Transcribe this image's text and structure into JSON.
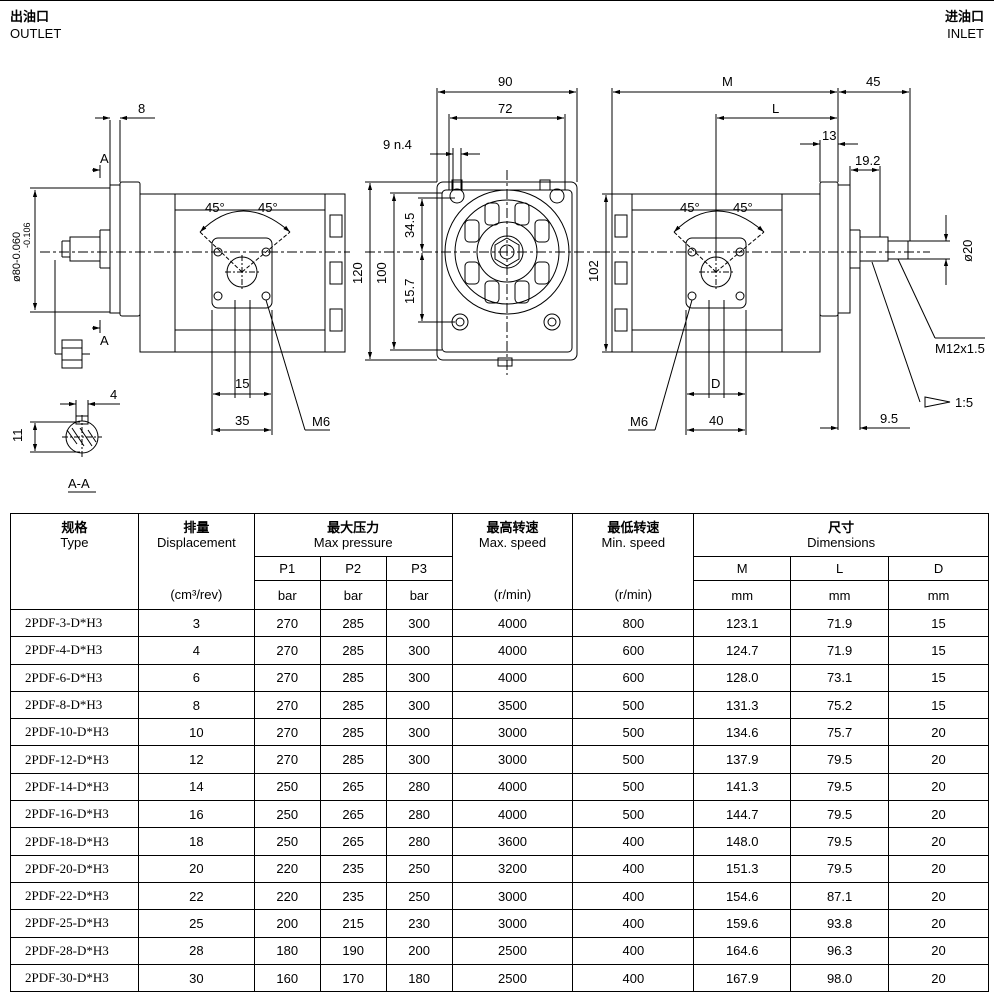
{
  "header": {
    "outlet_cn": "出油口",
    "outlet_en": "OUTLET",
    "inlet_cn": "进油口",
    "inlet_en": "INLET"
  },
  "drawing": {
    "dims": {
      "d8": "8",
      "phi80": "ø80-0.060",
      "phi80_b": "-0.106",
      "a1": "A",
      "a2": "A",
      "d4": "4",
      "d11": "11",
      "aa": "A-A",
      "ang1": "45°",
      "ang2": "45°",
      "d15": "15",
      "d35": "35",
      "m6a": "M6",
      "d90": "90",
      "d72": "72",
      "d9n4": "9 n.4",
      "d120": "120",
      "d100": "100",
      "d34_5": "34.5",
      "d15_7": "15.7",
      "dM": "M",
      "d45": "45",
      "dL": "L",
      "d13": "13",
      "d19_2": "19.2",
      "d102": "102",
      "ang3": "45°",
      "ang4": "45°",
      "phi20": "ø20",
      "m12": "M12x1.5",
      "taper": "1:5",
      "dD": "D",
      "d40": "40",
      "m6b": "M6",
      "d9_5": "9.5"
    }
  },
  "table": {
    "head": {
      "type_cn": "规格",
      "type_en": "Type",
      "disp_cn": "排量",
      "disp_en": "Displacement",
      "press_cn": "最大压力",
      "press_en": "Max pressure",
      "maxs_cn": "最高转速",
      "maxs_en": "Max. speed",
      "mins_cn": "最低转速",
      "mins_en": "Min. speed",
      "dim_cn": "尺寸",
      "dim_en": "Dimensions"
    },
    "sub": {
      "p1": "P1",
      "p2": "P2",
      "p3": "P3",
      "m": "M",
      "l": "L",
      "d": "D"
    },
    "units": {
      "disp": "(cm³/rev)",
      "p1": "bar",
      "p2": "bar",
      "p3": "bar",
      "maxs": "(r/min)",
      "mins": "(r/min)",
      "m": "mm",
      "l": "mm",
      "d": "mm"
    },
    "rows": [
      [
        "2PDF-3-D*H3",
        "3",
        "270",
        "285",
        "300",
        "4000",
        "800",
        "123.1",
        "71.9",
        "15"
      ],
      [
        "2PDF-4-D*H3",
        "4",
        "270",
        "285",
        "300",
        "4000",
        "600",
        "124.7",
        "71.9",
        "15"
      ],
      [
        "2PDF-6-D*H3",
        "6",
        "270",
        "285",
        "300",
        "4000",
        "600",
        "128.0",
        "73.1",
        "15"
      ],
      [
        "2PDF-8-D*H3",
        "8",
        "270",
        "285",
        "300",
        "3500",
        "500",
        "131.3",
        "75.2",
        "15"
      ],
      [
        "2PDF-10-D*H3",
        "10",
        "270",
        "285",
        "300",
        "3000",
        "500",
        "134.6",
        "75.7",
        "20"
      ],
      [
        "2PDF-12-D*H3",
        "12",
        "270",
        "285",
        "300",
        "3000",
        "500",
        "137.9",
        "79.5",
        "20"
      ],
      [
        "2PDF-14-D*H3",
        "14",
        "250",
        "265",
        "280",
        "4000",
        "500",
        "141.3",
        "79.5",
        "20"
      ],
      [
        "2PDF-16-D*H3",
        "16",
        "250",
        "265",
        "280",
        "4000",
        "500",
        "144.7",
        "79.5",
        "20"
      ],
      [
        "2PDF-18-D*H3",
        "18",
        "250",
        "265",
        "280",
        "3600",
        "400",
        "148.0",
        "79.5",
        "20"
      ],
      [
        "2PDF-20-D*H3",
        "20",
        "220",
        "235",
        "250",
        "3200",
        "400",
        "151.3",
        "79.5",
        "20"
      ],
      [
        "2PDF-22-D*H3",
        "22",
        "220",
        "235",
        "250",
        "3000",
        "400",
        "154.6",
        "87.1",
        "20"
      ],
      [
        "2PDF-25-D*H3",
        "25",
        "200",
        "215",
        "230",
        "3000",
        "400",
        "159.6",
        "93.8",
        "20"
      ],
      [
        "2PDF-28-D*H3",
        "28",
        "180",
        "190",
        "200",
        "2500",
        "400",
        "164.6",
        "96.3",
        "20"
      ],
      [
        "2PDF-30-D*H3",
        "30",
        "160",
        "170",
        "180",
        "2500",
        "400",
        "167.9",
        "98.0",
        "20"
      ]
    ]
  }
}
